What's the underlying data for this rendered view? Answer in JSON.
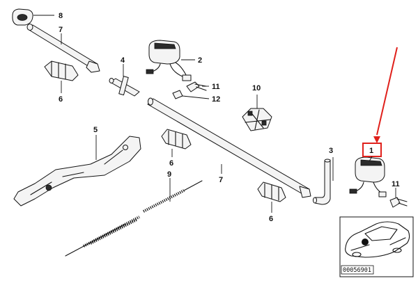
{
  "callouts": {
    "p1": "1",
    "p2": "2",
    "p3": "3",
    "p4": "4",
    "p5": "5",
    "p6a": "6",
    "p6b": "6",
    "p6c": "6",
    "p7a": "7",
    "p7b": "7",
    "p8": "8",
    "p9": "9",
    "p10": "10",
    "p11a": "11",
    "p11b": "11",
    "p12": "12"
  },
  "highlight": {
    "callout_key": "p1",
    "box_color": "#e0201b",
    "arrow_color": "#e0201b"
  },
  "inset": {
    "diagram_number": "00056901"
  }
}
